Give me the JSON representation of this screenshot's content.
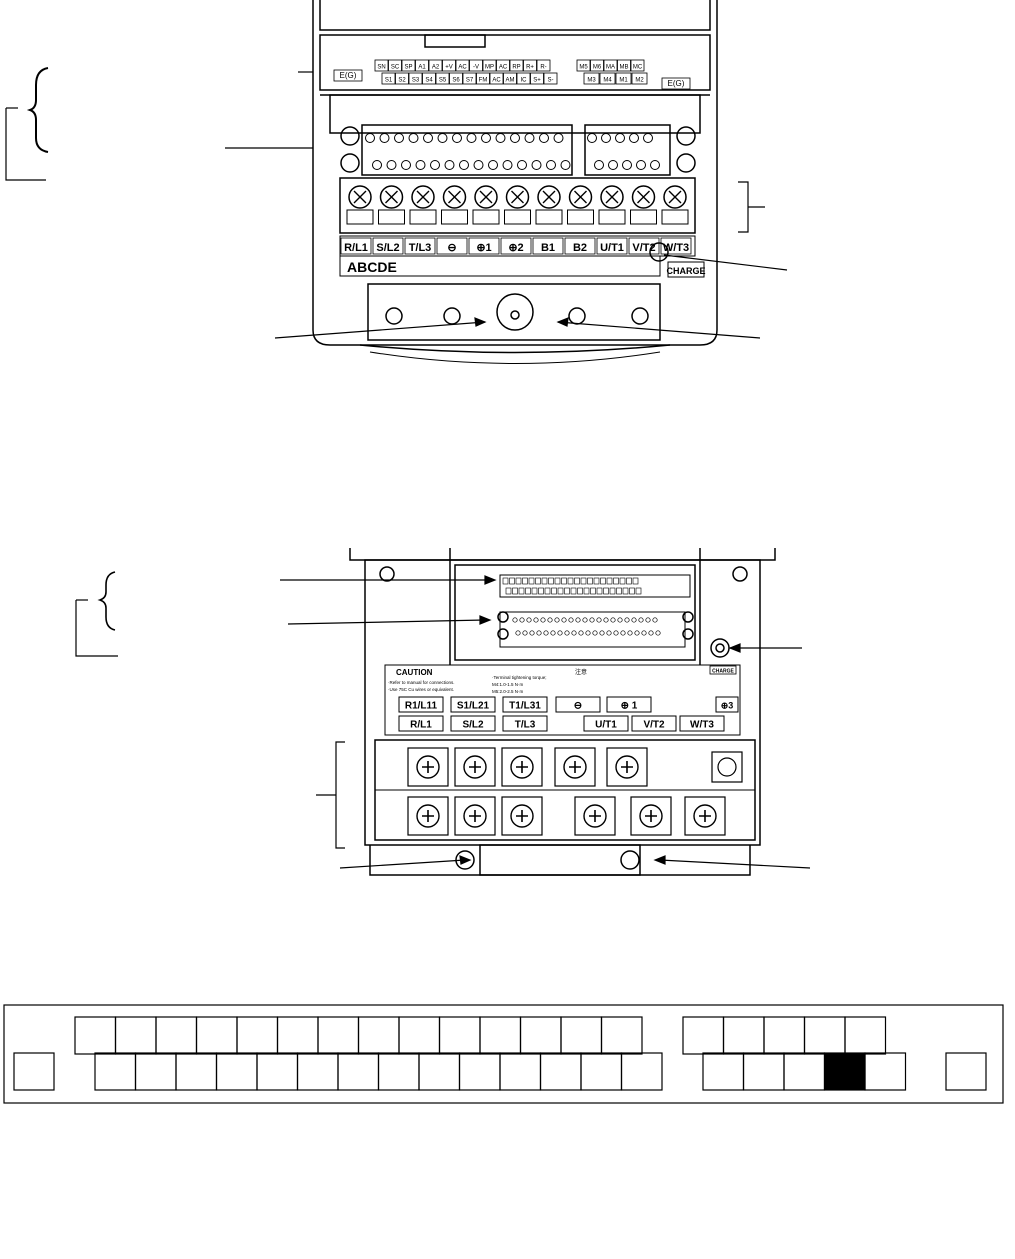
{
  "figure1": {
    "control_row1": [
      "SN",
      "SC",
      "SP",
      "A1",
      "A2",
      "+V",
      "AC",
      "-V",
      "MP",
      "AC",
      "RP",
      "R+",
      "R-"
    ],
    "control_row1b": [
      "MA",
      "MB",
      "MC"
    ],
    "control_row1c": [
      "M5",
      "M6"
    ],
    "control_row2": [
      "S1",
      "S2",
      "S3",
      "S4",
      "S5",
      "S6",
      "S7",
      "FM",
      "AC",
      "AM",
      "IC",
      "S+",
      "S-"
    ],
    "control_row2b": [
      "M3",
      "M4",
      "M1",
      "M2"
    ],
    "ground_left": "E(G)",
    "ground_right": "E(G)",
    "main_labels": [
      "R/L1",
      "S/L2",
      "T/L3",
      "⊖",
      "⊕1",
      "⊕2",
      "B1",
      "B2",
      "U/T1",
      "V/T2",
      "W/T3"
    ],
    "nameplate": "ABCDE",
    "charge_label": "CHARGE"
  },
  "figure2": {
    "caution_title": "CAUTION",
    "caution_lines": [
      "·Refer to manual for connections.",
      "·Use 75C Cu wires or equivalent."
    ],
    "torque_lines": [
      "·Terminal tightening torque;",
      "M4:1.0-1.5 N·m",
      "M5:2.0-2.5 N·m"
    ],
    "jp_title": "注意",
    "upper_labels": [
      "R1/L11",
      "S1/L21",
      "T1/L31",
      "⊖",
      "⊕ 1"
    ],
    "lower_labels": [
      "R/L1",
      "S/L2",
      "T/L3",
      "U/T1",
      "V/T2",
      "W/T3"
    ],
    "plus3_label": "⊕3",
    "charge_label": "CHARGE"
  },
  "strip": {
    "top_cells": 14,
    "top_right_cells": 5,
    "bottom_cells": 14,
    "bottom_right_cells": 5,
    "filled_index_bottom_right": 3
  }
}
